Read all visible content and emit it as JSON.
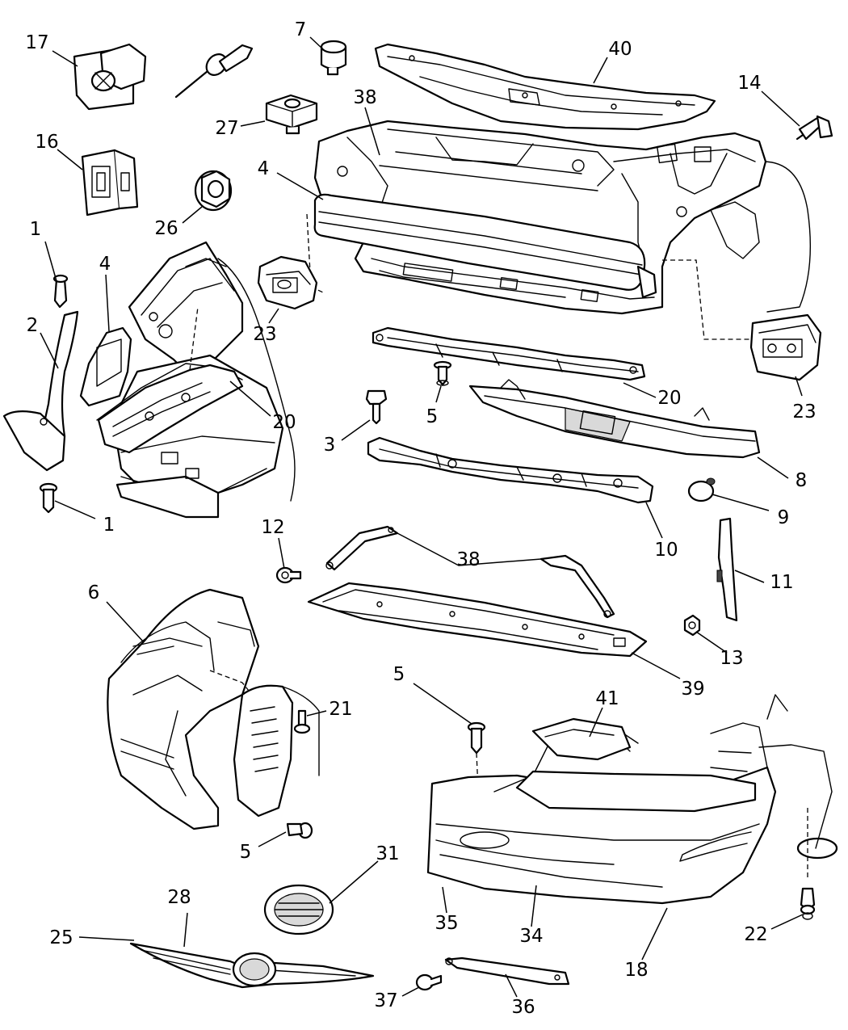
{
  "callouts": [
    {
      "n": "17"
    },
    {
      "n": "7"
    },
    {
      "n": "40"
    },
    {
      "n": "14"
    },
    {
      "n": "38"
    },
    {
      "n": "27"
    },
    {
      "n": "16"
    },
    {
      "n": "4"
    },
    {
      "n": "26"
    },
    {
      "n": "1"
    },
    {
      "n": "4"
    },
    {
      "n": "23"
    },
    {
      "n": "2"
    },
    {
      "n": "23"
    },
    {
      "n": "20"
    },
    {
      "n": "20"
    },
    {
      "n": "5"
    },
    {
      "n": "3"
    },
    {
      "n": "8"
    },
    {
      "n": "1"
    },
    {
      "n": "9"
    },
    {
      "n": "12"
    },
    {
      "n": "10"
    },
    {
      "n": "38"
    },
    {
      "n": "11"
    },
    {
      "n": "6"
    },
    {
      "n": "13"
    },
    {
      "n": "39"
    },
    {
      "n": "5"
    },
    {
      "n": "21"
    },
    {
      "n": "41"
    },
    {
      "n": "5"
    },
    {
      "n": "31"
    },
    {
      "n": "28"
    },
    {
      "n": "25"
    },
    {
      "n": "35"
    },
    {
      "n": "34"
    },
    {
      "n": "22"
    },
    {
      "n": "18"
    },
    {
      "n": "37"
    },
    {
      "n": "36"
    }
  ]
}
